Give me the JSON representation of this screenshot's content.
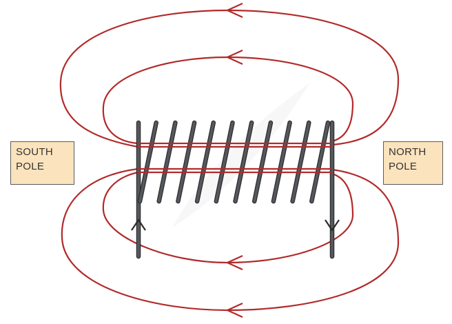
{
  "labels": {
    "south": [
      "SOUTH",
      "POLE"
    ],
    "north": [
      "NORTH",
      "POLE"
    ]
  },
  "coil": {
    "turns": 10,
    "current_in_direction": "up",
    "current_out_direction": "down"
  },
  "field_lines": {
    "count": 4,
    "arrow_direction": "left"
  },
  "colors": {
    "field_line": "#b22a2a",
    "coil_wire": "#55585e",
    "coil_outline": "#2b2b2b",
    "label_fill": "#fbe3bd",
    "label_border": "#5a5a5a"
  },
  "icons": {
    "field_arrow": "left-chevron-arrow",
    "current_arrow": "chevron-arrow"
  }
}
